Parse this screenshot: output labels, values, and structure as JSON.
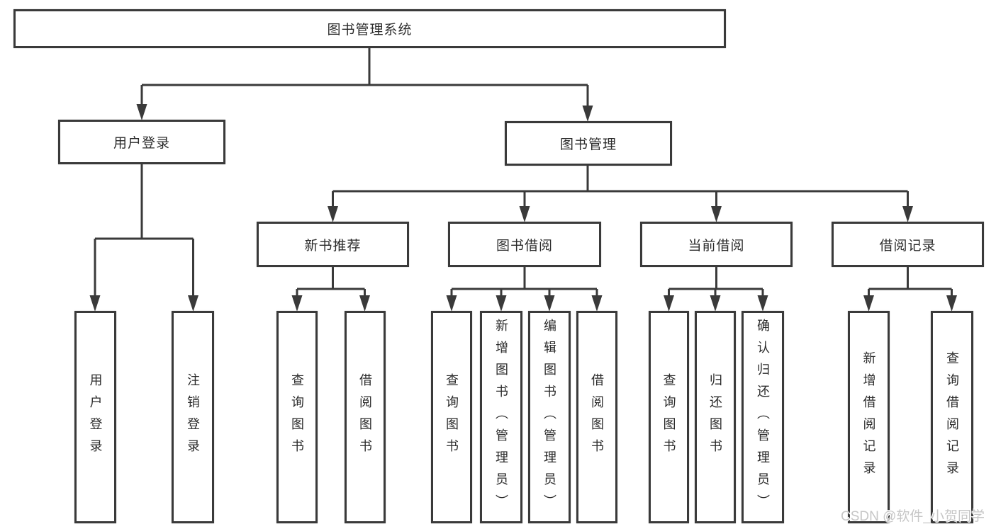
{
  "tree": {
    "label": "图书管理系统",
    "children": [
      {
        "label": "用户登录",
        "children": [
          {
            "label": "用户登录"
          },
          {
            "label": "注销登录"
          }
        ]
      },
      {
        "label": "图书管理",
        "children": [
          {
            "label": "新书推荐",
            "children": [
              {
                "label": "查询图书"
              },
              {
                "label": "借阅图书"
              }
            ]
          },
          {
            "label": "图书借阅",
            "children": [
              {
                "label": "查询图书"
              },
              {
                "label": "新增图书（管理员）"
              },
              {
                "label": "编辑图书（管理员）"
              },
              {
                "label": "借阅图书"
              }
            ]
          },
          {
            "label": "当前借阅",
            "children": [
              {
                "label": "查询图书"
              },
              {
                "label": "归还图书"
              },
              {
                "label": "确认归还（管理员）"
              }
            ]
          },
          {
            "label": "借阅记录",
            "children": [
              {
                "label": "新增借阅记录"
              },
              {
                "label": "查询借阅记录"
              }
            ]
          }
        ]
      }
    ]
  },
  "watermark": {
    "text": "CSDN @软件_小贺同学"
  },
  "colors": {
    "line": "#3a3a3a",
    "text": "#2b2b2b",
    "background": "#ffffff",
    "watermark": "#c6c6c6"
  }
}
